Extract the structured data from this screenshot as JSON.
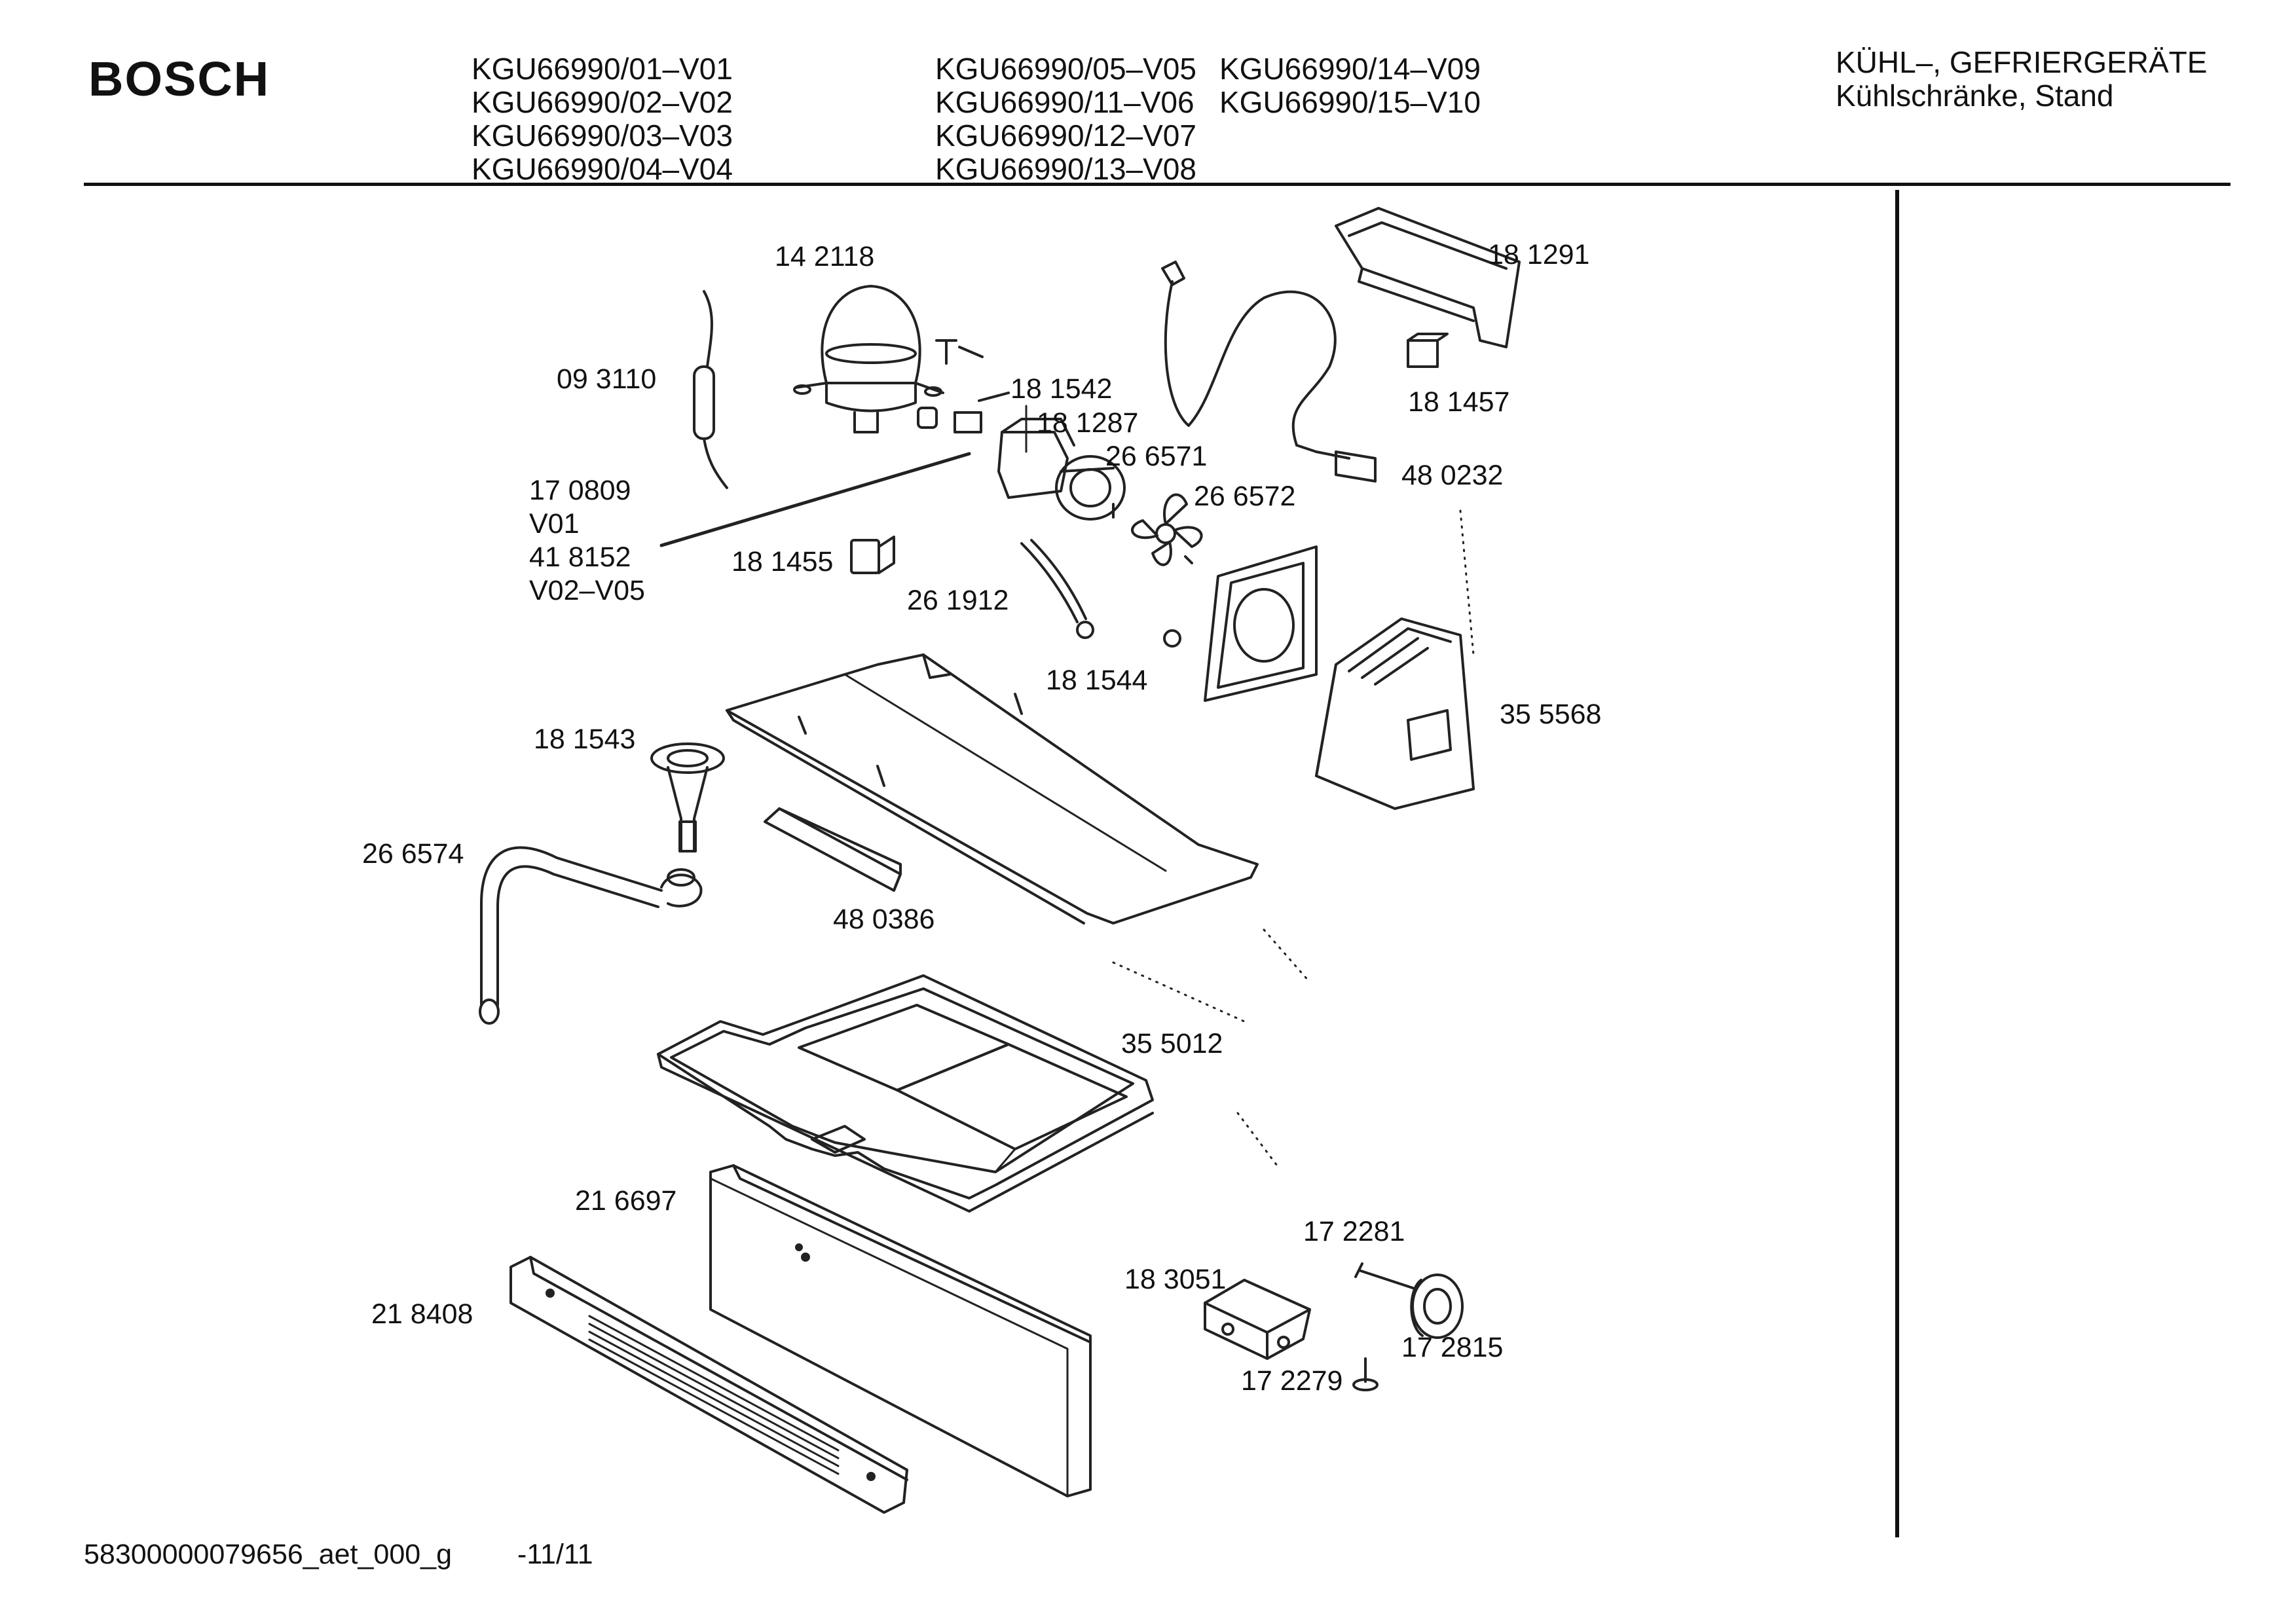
{
  "header": {
    "brand": "BOSCH",
    "models": [
      "KGU66990/01–V01",
      "KGU66990/02–V02",
      "KGU66990/03–V03",
      "KGU66990/04–V04",
      "KGU66990/05–V05",
      "KGU66990/11–V06",
      "KGU66990/12–V07",
      "KGU66990/13–V08",
      "KGU66990/14–V09",
      "KGU66990/15–V10"
    ],
    "category_line1": "KÜHL–, GEFRIERGERÄTE",
    "category_line2": "Kühlschränke, Stand"
  },
  "parts": [
    "14 2118",
    "09 3110",
    "18 1542",
    "18 1287",
    "26 6571",
    "26 6572",
    "18 1291",
    "18 1457",
    "48 0232",
    "17 0809",
    "V01",
    "41 8152",
    "V02–V05",
    "18 1455",
    "26 1912",
    "18 1544",
    "35 5568",
    "18 1543",
    "26 6574",
    "48 0386",
    "35 5012",
    "21 6697",
    "21 8408",
    "17 2281",
    "18 3051",
    "17 2815",
    "17 2279"
  ],
  "footer": {
    "doc_id": "58300000079656_aet_000_g",
    "page": "-11/11"
  }
}
